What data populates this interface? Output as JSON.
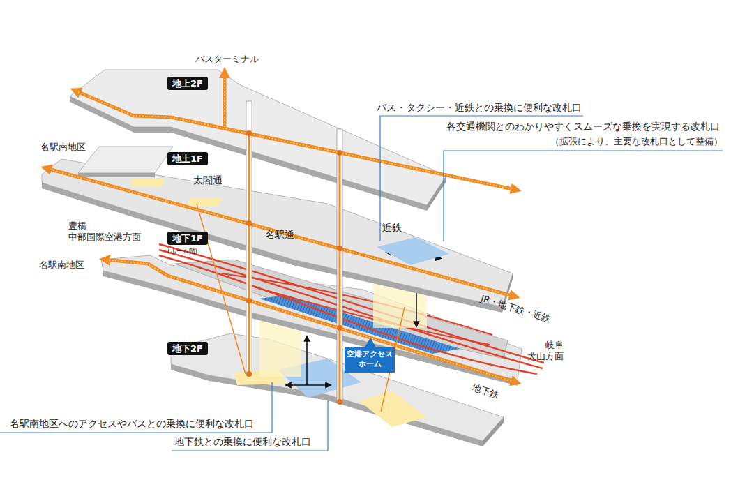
{
  "diagram": {
    "nodes": [
      {
        "text": [
          "地上2F"
        ]
      },
      {
        "text": [
          "地上1F"
        ]
      },
      {
        "text": [
          "地下1F",
          "(ホーム階)"
        ]
      },
      {
        "text": [
          "近鉄"
        ]
      },
      {
        "text": [
          "空港アクセス ホーム"
        ]
      },
      {
        "text": [
          "地下2F"
        ]
      }
    ],
    "labels": [
      "バスターミナル",
      "名駅南地区",
      "太閤通",
      "名駅通",
      "豊橋 中部国際空港方面",
      "名駅南地区",
      "JR・地下鉄・近鉄",
      "岐阜 犬山方面",
      "地下鉄",
      "バス・タクシー・近鉄との乗換に便利な改札口",
      "各交通機関とのわかりやすくスムーズな乗換を実現する改札口",
      "（拡張により、主要な改札口として整備）",
      "名駅南地区へのアクセスやバスとの乗換に便利な改札口",
      "地下鉄との乗換に便利な改札口"
    ]
  }
}
